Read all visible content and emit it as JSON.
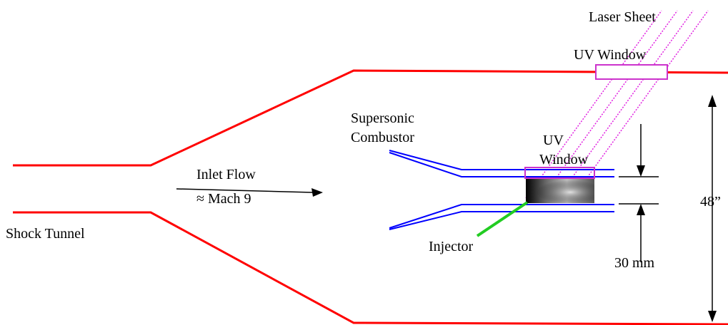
{
  "labels": {
    "laser_sheet": "Laser Sheet",
    "uv_window_top": "UV Window",
    "supersonic_line1": "Supersonic",
    "supersonic_line2": "Combustor",
    "uv_window_mid_line1": "UV",
    "uv_window_mid_line2": "Window",
    "inlet_flow": "Inlet Flow",
    "mach": "≈ Mach 9",
    "shock_tunnel": "Shock Tunnel",
    "injector": "Injector",
    "height_30mm": "30 mm",
    "height_48in": "48”"
  },
  "colors": {
    "tunnel_wall": "#ff0000",
    "combustor_wall": "#0000ff",
    "window": "#cc33cc",
    "laser": "#e020e0",
    "injector": "#22cc22",
    "annotation": "#000000"
  }
}
